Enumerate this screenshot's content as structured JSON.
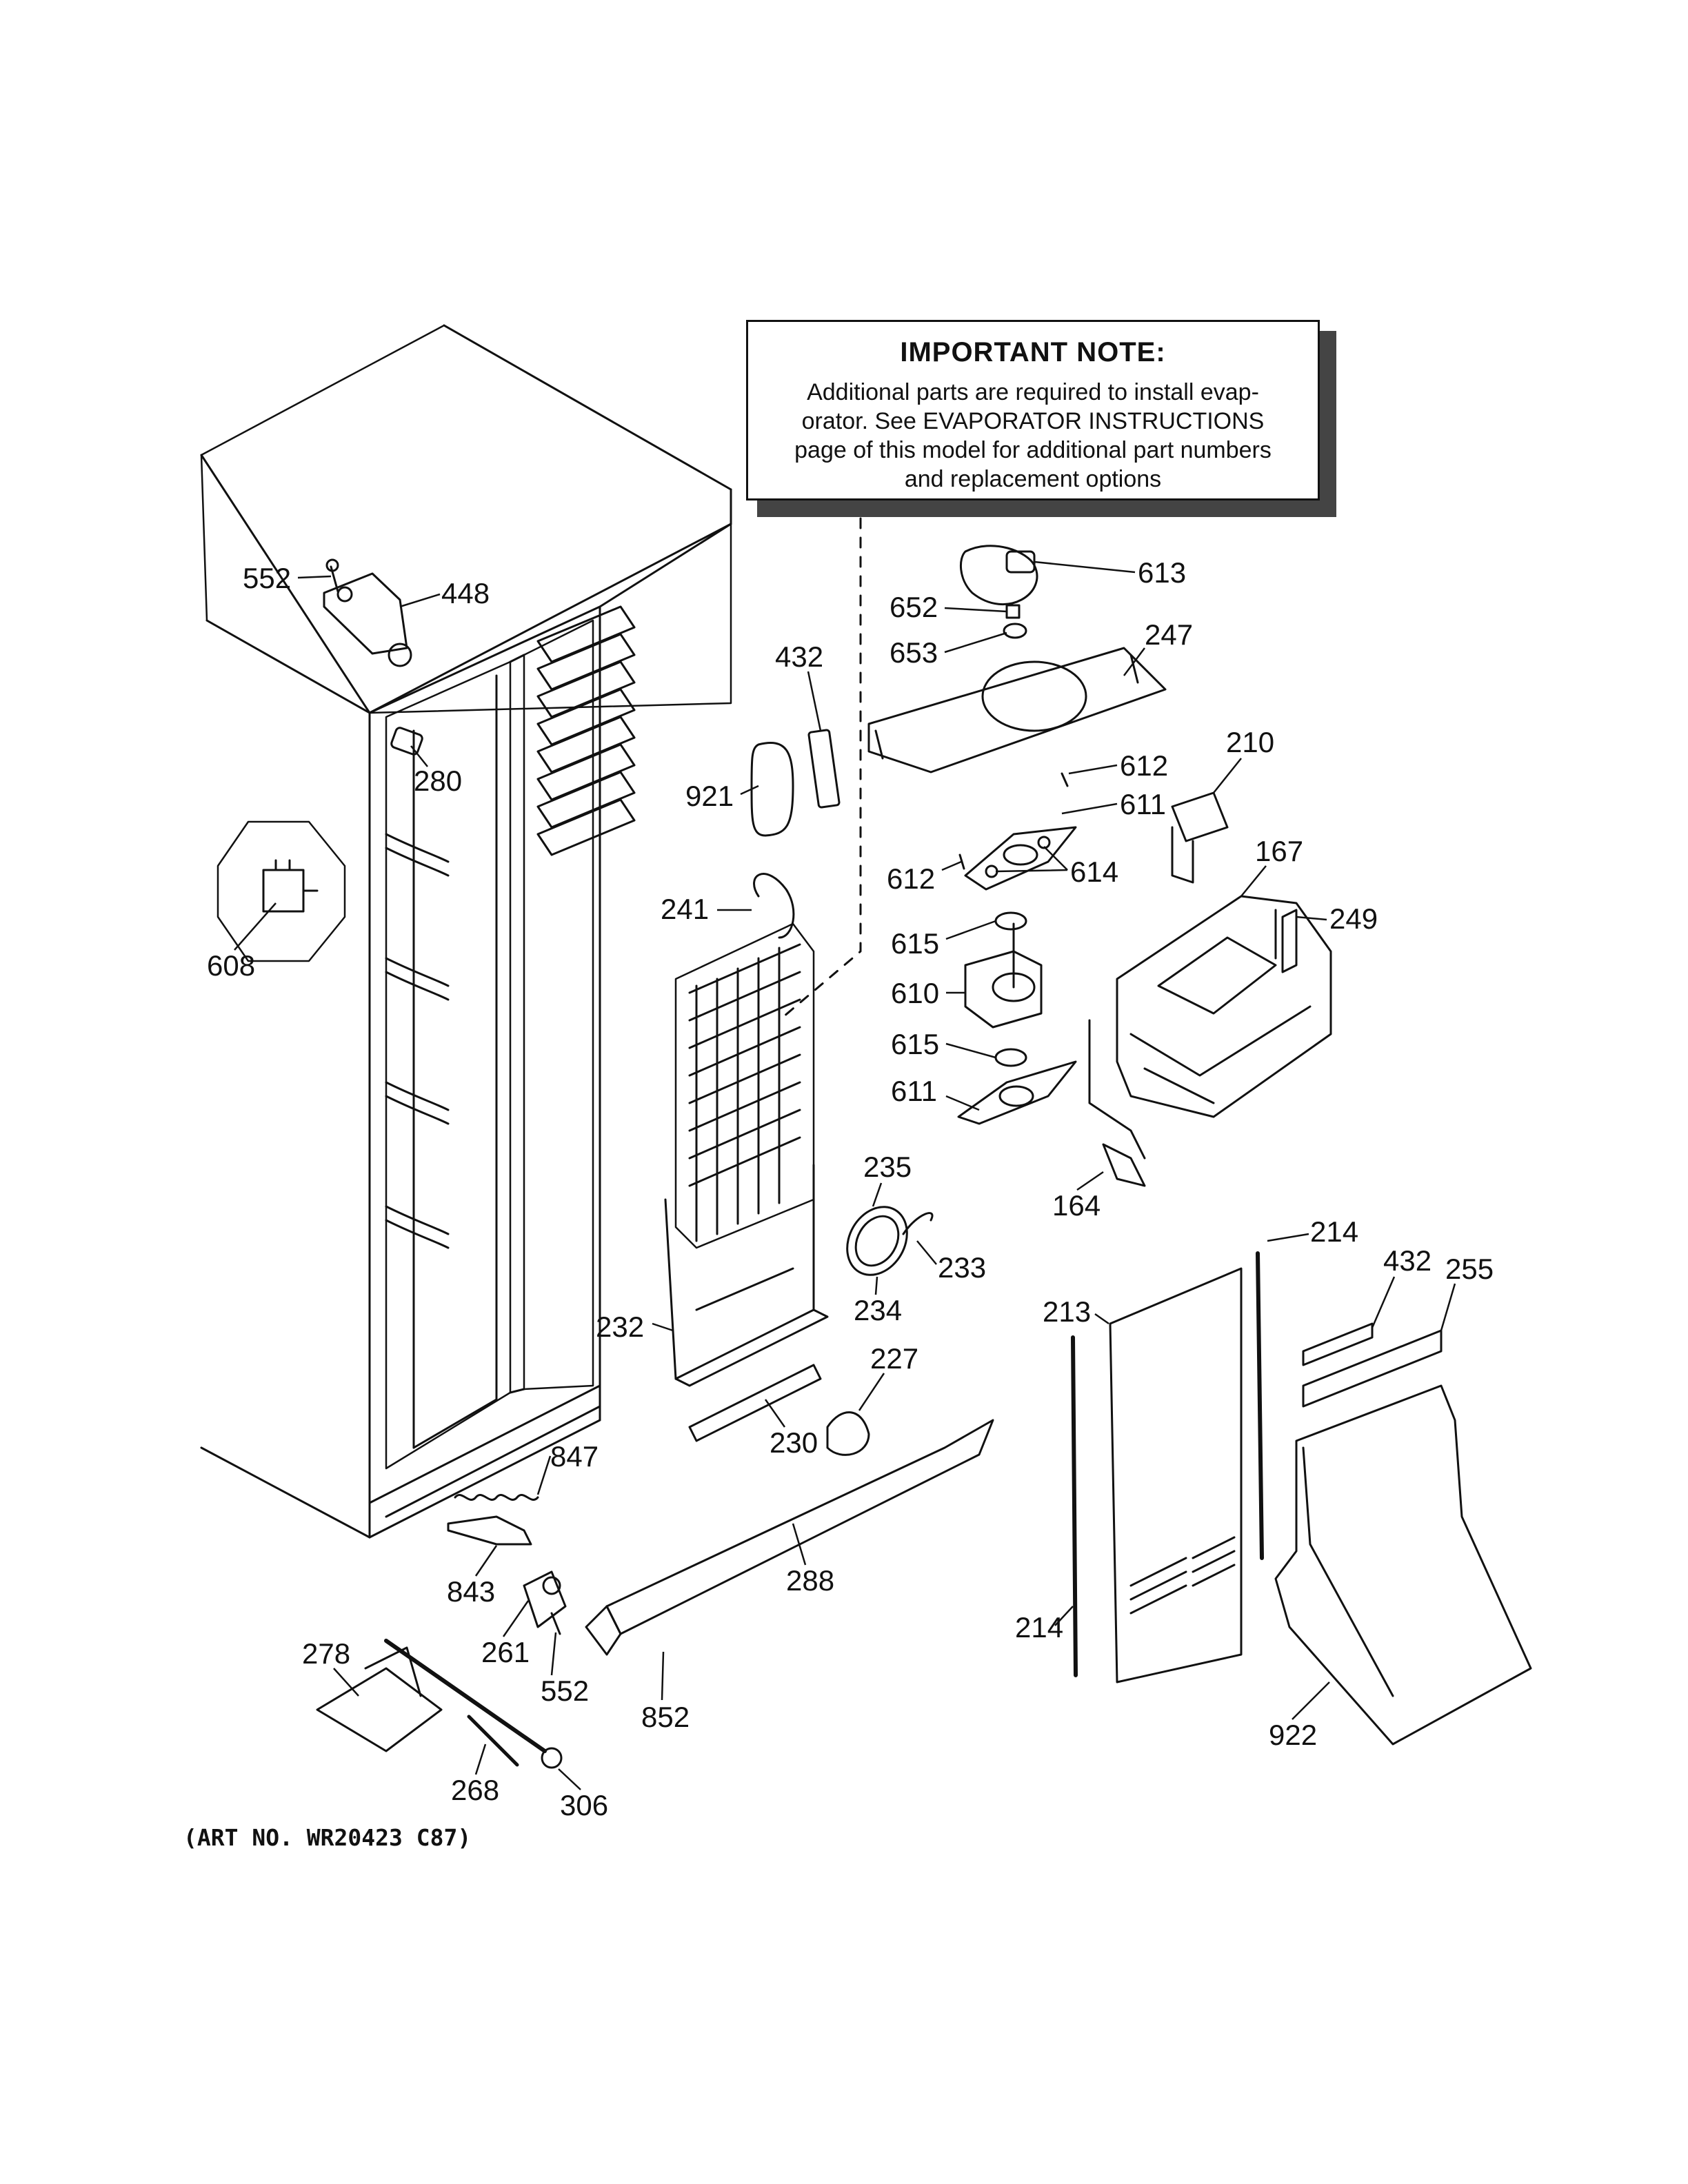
{
  "note": {
    "title": "IMPORTANT NOTE:",
    "lines": [
      "Additional parts are required to install evap-",
      "orator.  See EVAPORATOR INSTRUCTIONS",
      "page of this model for additional part numbers",
      "and replacement options"
    ]
  },
  "art_number": "(ART NO. WR20423 C87)",
  "callouts": [
    {
      "id": "c552a",
      "label": "552"
    },
    {
      "id": "c448",
      "label": "448"
    },
    {
      "id": "c280",
      "label": "280"
    },
    {
      "id": "c608",
      "label": "608"
    },
    {
      "id": "c432a",
      "label": "432"
    },
    {
      "id": "c921",
      "label": "921"
    },
    {
      "id": "c241",
      "label": "241"
    },
    {
      "id": "c613",
      "label": "613"
    },
    {
      "id": "c652",
      "label": "652"
    },
    {
      "id": "c653",
      "label": "653"
    },
    {
      "id": "c247",
      "label": "247"
    },
    {
      "id": "c612a",
      "label": "612"
    },
    {
      "id": "c611a",
      "label": "611"
    },
    {
      "id": "c612b",
      "label": "612"
    },
    {
      "id": "c614",
      "label": "614"
    },
    {
      "id": "c210",
      "label": "210"
    },
    {
      "id": "c167",
      "label": "167"
    },
    {
      "id": "c249",
      "label": "249"
    },
    {
      "id": "c615a",
      "label": "615"
    },
    {
      "id": "c610",
      "label": "610"
    },
    {
      "id": "c615b",
      "label": "615"
    },
    {
      "id": "c611b",
      "label": "611"
    },
    {
      "id": "c164",
      "label": "164"
    },
    {
      "id": "c235",
      "label": "235"
    },
    {
      "id": "c233",
      "label": "233"
    },
    {
      "id": "c234",
      "label": "234"
    },
    {
      "id": "c232",
      "label": "232"
    },
    {
      "id": "c227",
      "label": "227"
    },
    {
      "id": "c230",
      "label": "230"
    },
    {
      "id": "c214a",
      "label": "214"
    },
    {
      "id": "c432b",
      "label": "432"
    },
    {
      "id": "c255",
      "label": "255"
    },
    {
      "id": "c213",
      "label": "213"
    },
    {
      "id": "c847",
      "label": "847"
    },
    {
      "id": "c843",
      "label": "843"
    },
    {
      "id": "c288",
      "label": "288"
    },
    {
      "id": "c261",
      "label": "261"
    },
    {
      "id": "c552b",
      "label": "552"
    },
    {
      "id": "c852",
      "label": "852"
    },
    {
      "id": "c278",
      "label": "278"
    },
    {
      "id": "c268",
      "label": "268"
    },
    {
      "id": "c306",
      "label": "306"
    },
    {
      "id": "c214b",
      "label": "214"
    },
    {
      "id": "c922",
      "label": "922"
    }
  ]
}
